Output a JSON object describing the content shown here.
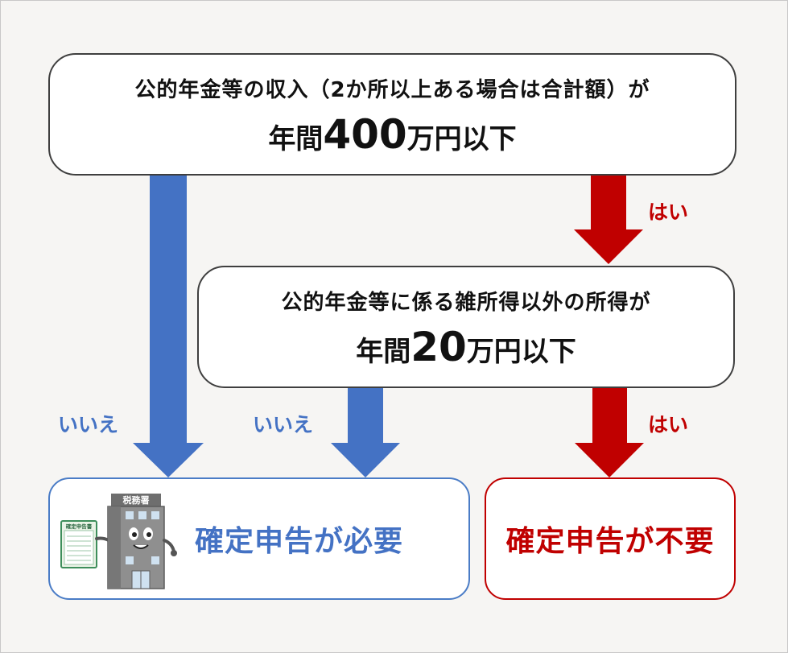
{
  "question1": {
    "line1": "公的年金等の収入（2か所以上ある場合は合計額）が",
    "line2_prefix": "年間",
    "line2_number": "400",
    "line2_suffix": "万円以下"
  },
  "question2": {
    "line1": "公的年金等に係る雑所得以外の所得が",
    "line2_prefix": "年間",
    "line2_number": "20",
    "line2_suffix": "万円以下"
  },
  "labels": {
    "yes_1": "はい",
    "yes_2": "はい",
    "no_1": "いいえ",
    "no_2": "いいえ"
  },
  "results": {
    "required": "確定申告が必要",
    "not_required": "確定申告が不要"
  },
  "illustration": {
    "building_sign": "税務署",
    "clipboard_title": "確定申告書"
  },
  "colors": {
    "yes": "#c00000",
    "no": "#4472c4",
    "box_border": "#3f3f3f",
    "background": "#f6f5f3"
  }
}
